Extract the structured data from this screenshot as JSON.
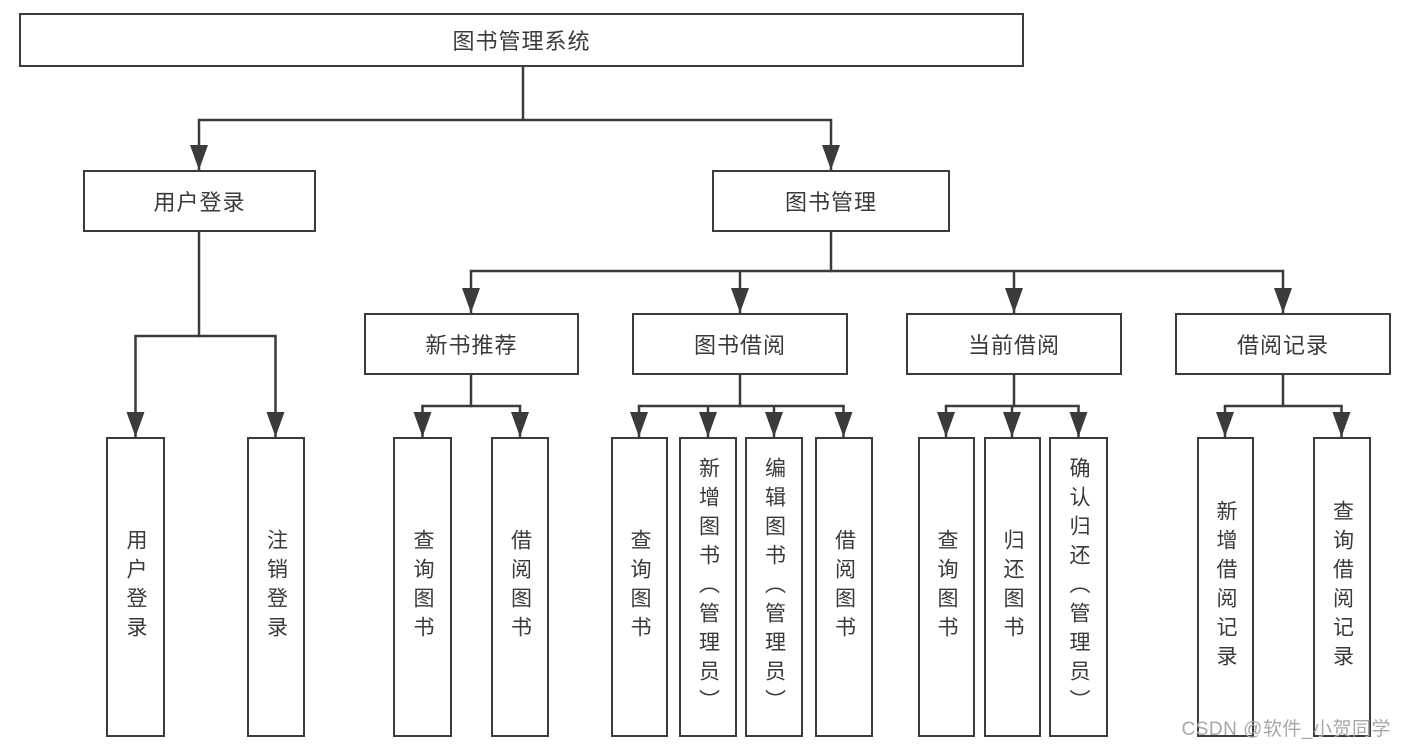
{
  "diagram": {
    "root": "图书管理系统",
    "login_branch": {
      "label": "用户登录",
      "children": [
        "用户登录",
        "注销登录"
      ]
    },
    "mgmt_branch": {
      "label": "图书管理",
      "groups": [
        {
          "label": "新书推荐",
          "children": [
            "查询图书",
            "借阅图书"
          ]
        },
        {
          "label": "图书借阅",
          "children": [
            "查询图书",
            "新增图书（管理员）",
            "编辑图书（管理员）",
            "借阅图书"
          ]
        },
        {
          "label": "当前借阅",
          "children": [
            "查询图书",
            "归还图书",
            "确认归还（管理员）"
          ]
        },
        {
          "label": "借阅记录",
          "children": [
            "新增借阅记录",
            "查询借阅记录"
          ]
        }
      ]
    }
  },
  "watermark": "CSDN @软件_小贺同学",
  "colors": {
    "line": "#3b3b3b",
    "text": "#3a3a3a",
    "watermark": "#a8a8a8",
    "background": "#ffffff"
  }
}
